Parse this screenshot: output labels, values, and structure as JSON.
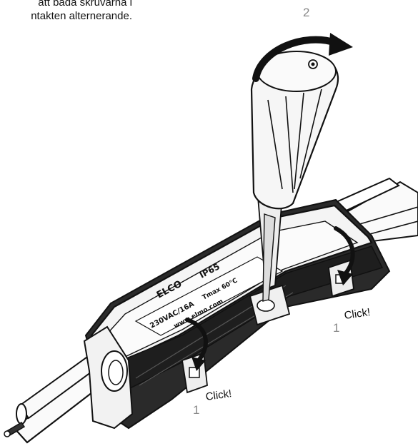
{
  "caption": {
    "line1": "att båda skruvarna i",
    "line2": "ntakten alternerande."
  },
  "steps": {
    "top_number": "2",
    "right_number": "1",
    "bottom_number": "1"
  },
  "clicks": {
    "right": "Click!",
    "bottom": "Click!"
  },
  "device_label": {
    "brand": "ELCO",
    "rating": "IP65",
    "voltage": "230VAC/16A",
    "temp": "Tmax 60°C",
    "web": "www.elmo.com"
  },
  "colors": {
    "ink": "#111111",
    "step_gray": "#888888",
    "body_fill": "#f4f4f4",
    "dark_fill": "#1a1a1a"
  }
}
